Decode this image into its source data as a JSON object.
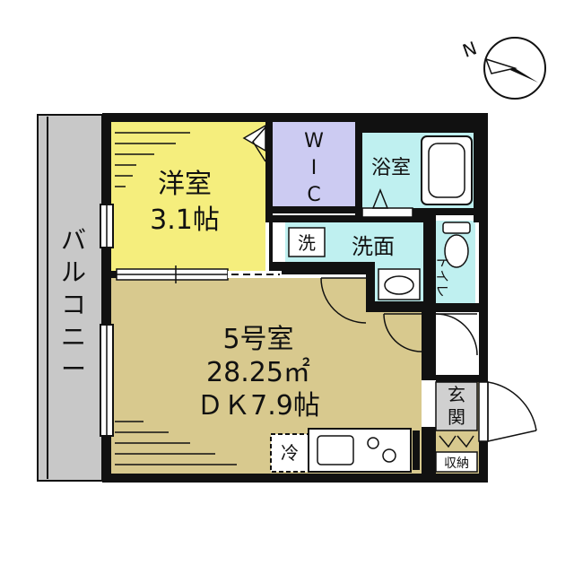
{
  "rooms": {
    "western": {
      "name": "洋室",
      "size": "3.1帖"
    },
    "wic": {
      "letters": [
        "W",
        "I",
        "C"
      ]
    },
    "bath": {
      "name": "浴室"
    },
    "washroom": {
      "name": "洗面",
      "washer": "洗"
    },
    "toilet": {
      "letters": [
        "ト",
        "イ",
        "レ"
      ]
    },
    "main": {
      "name": "5号室",
      "area": "28.25㎡",
      "size": "ＤＫ7.9帖"
    },
    "fridge": {
      "label": "冷"
    },
    "entrance": {
      "letters": [
        "玄",
        "関"
      ]
    },
    "storage": {
      "label": "収納"
    },
    "balcony": {
      "letters": [
        "バ",
        "ル",
        "コ",
        "ニ",
        "ー"
      ]
    }
  },
  "compass": {
    "north": "N"
  },
  "colors": {
    "western": "#f5ee7d",
    "main": "#d8c98e",
    "wic": "#cccbf2",
    "wet": "#bff0f0",
    "balcony": "#c8c8c8",
    "wall": "#111111"
  }
}
